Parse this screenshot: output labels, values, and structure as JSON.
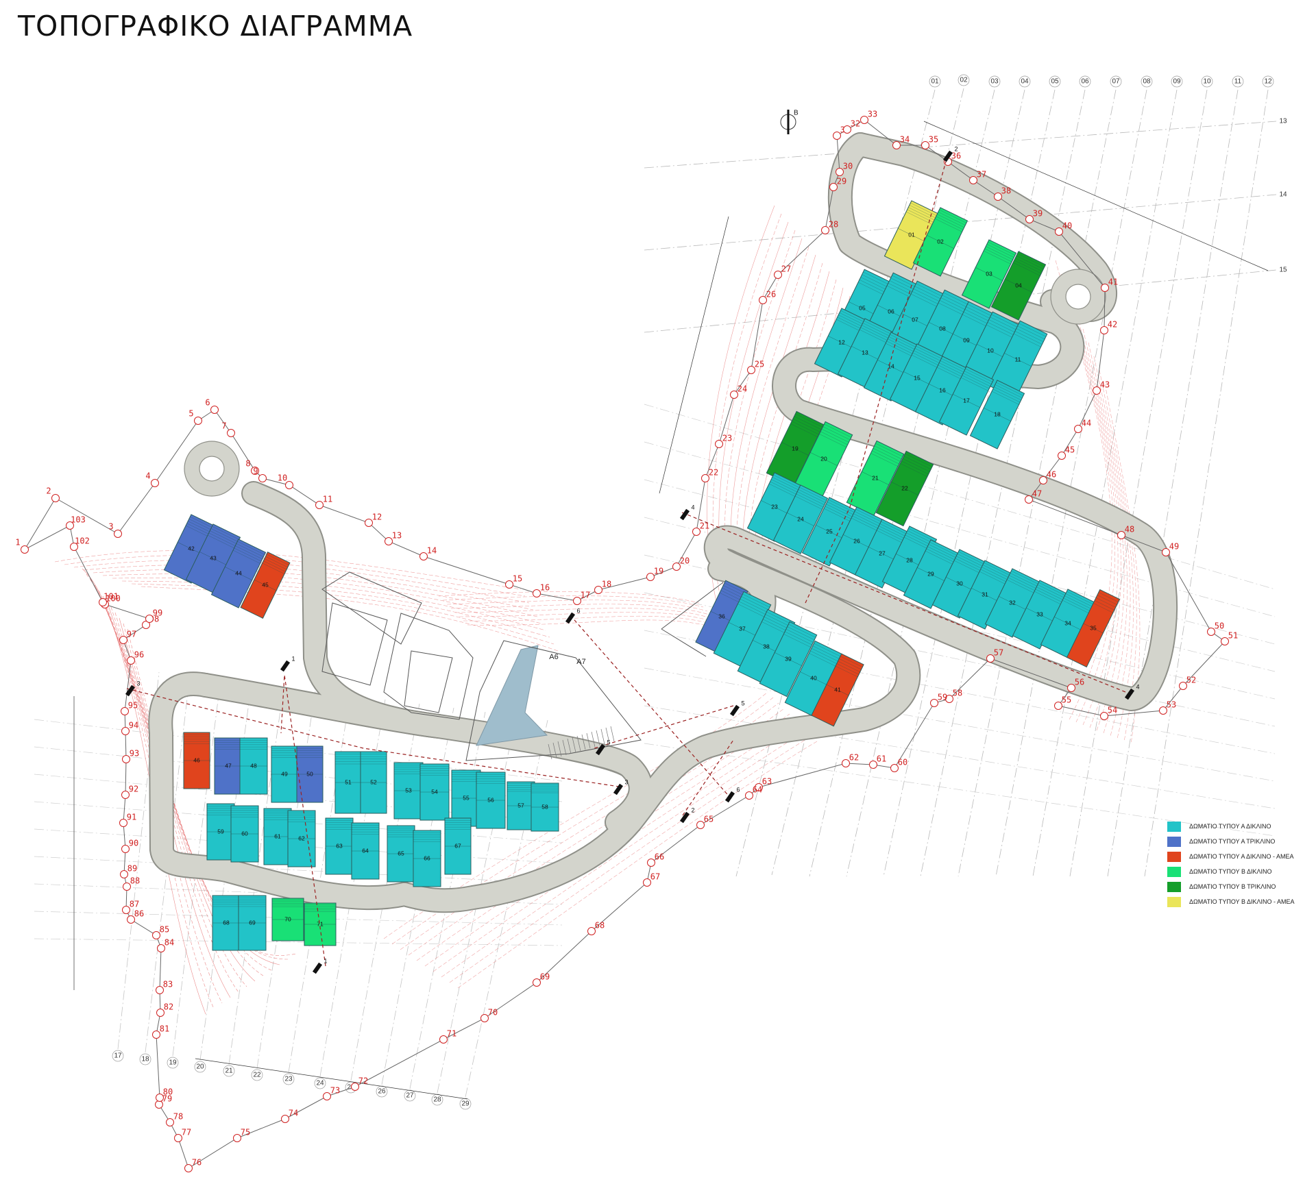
{
  "title": "ΤΟΠΟΓΡΑΦΙΚΟ ΔΙΑΓΡΑΜΜΑ",
  "north_label": "Β",
  "colors": {
    "road": "#d3d4cc",
    "road_edge": "#8f9089",
    "contour": "#e35a5a",
    "pool": "#9fbdcc",
    "section": "#9a2020",
    "survey": "#d02020"
  },
  "legend": [
    {
      "label": "ΔΩΜΑΤΙΟ ΤΥΠΟΥ Α ΔΙΚΛΙΝΟ",
      "color": "#22c3c8"
    },
    {
      "label": "ΔΩΜΑΤΙΟ ΤΥΠΟΥ Α ΤΡΙΚΛΙΝΟ",
      "color": "#4f72c8"
    },
    {
      "label": "ΔΩΜΑΤΙΟ ΤΥΠΟΥ Α ΔΙΚΛΙΝΟ - ΑΜΕΑ",
      "color": "#e0441d"
    },
    {
      "label": "ΔΩΜΑΤΙΟ ΤΥΠΟΥ Β ΔΙΚΛΙΝΟ",
      "color": "#19e076"
    },
    {
      "label": "ΔΩΜΑΤΙΟ ΤΥΠΟΥ Β ΤΡΙΚΛΙΝΟ",
      "color": "#149e2a"
    },
    {
      "label": "ΔΩΜΑΤΙΟ ΤΥΠΟΥ Β ΔΙΚΛΙΝΟ - ΑΜΕΑ",
      "color": "#eae55a"
    }
  ],
  "grid_axes": [
    "01",
    "02",
    "03",
    "04",
    "05",
    "06",
    "07",
    "08",
    "09",
    "10",
    "11",
    "12",
    "13",
    "14",
    "15",
    "17",
    "18",
    "19",
    "20",
    "21",
    "22",
    "23",
    "24",
    "25",
    "26",
    "27",
    "28",
    "29"
  ],
  "areas": [
    "Α6",
    "Α7"
  ],
  "section_markers": [
    "1",
    "1",
    "2",
    "2",
    "3",
    "3",
    "4",
    "4",
    "5",
    "5",
    "6",
    "6"
  ],
  "rooms": [
    {
      "n": "01",
      "type": "B-dk-amea"
    },
    {
      "n": "02",
      "type": "B-dk"
    },
    {
      "n": "03",
      "type": "B-dk"
    },
    {
      "n": "04",
      "type": "B-tr"
    },
    {
      "n": "05",
      "type": "A-dk"
    },
    {
      "n": "06",
      "type": "A-dk"
    },
    {
      "n": "07",
      "type": "A-dk"
    },
    {
      "n": "08",
      "type": "A-dk"
    },
    {
      "n": "09",
      "type": "A-dk"
    },
    {
      "n": "10",
      "type": "A-dk"
    },
    {
      "n": "11",
      "type": "A-dk"
    },
    {
      "n": "12",
      "type": "A-dk"
    },
    {
      "n": "13",
      "type": "A-dk"
    },
    {
      "n": "14",
      "type": "A-dk"
    },
    {
      "n": "15",
      "type": "A-dk"
    },
    {
      "n": "16",
      "type": "A-dk"
    },
    {
      "n": "17",
      "type": "A-dk"
    },
    {
      "n": "18",
      "type": "A-dk"
    },
    {
      "n": "19",
      "type": "B-tr"
    },
    {
      "n": "20",
      "type": "B-dk"
    },
    {
      "n": "21",
      "type": "B-dk"
    },
    {
      "n": "22",
      "type": "B-tr"
    },
    {
      "n": "23",
      "type": "A-dk"
    },
    {
      "n": "24",
      "type": "A-dk"
    },
    {
      "n": "25",
      "type": "A-dk"
    },
    {
      "n": "26",
      "type": "A-dk"
    },
    {
      "n": "27",
      "type": "A-dk"
    },
    {
      "n": "28",
      "type": "A-dk"
    },
    {
      "n": "29",
      "type": "A-dk"
    },
    {
      "n": "30",
      "type": "A-dk"
    },
    {
      "n": "31",
      "type": "A-dk"
    },
    {
      "n": "32",
      "type": "A-dk"
    },
    {
      "n": "33",
      "type": "A-dk"
    },
    {
      "n": "34",
      "type": "A-dk"
    },
    {
      "n": "35",
      "type": "A-dk-amea"
    },
    {
      "n": "36",
      "type": "A-tr"
    },
    {
      "n": "37",
      "type": "A-dk"
    },
    {
      "n": "38",
      "type": "A-dk"
    },
    {
      "n": "39",
      "type": "A-dk"
    },
    {
      "n": "40",
      "type": "A-dk"
    },
    {
      "n": "41",
      "type": "A-dk-amea"
    },
    {
      "n": "42",
      "type": "A-tr"
    },
    {
      "n": "43",
      "type": "A-tr"
    },
    {
      "n": "44",
      "type": "A-tr"
    },
    {
      "n": "45",
      "type": "A-dk-amea"
    },
    {
      "n": "46",
      "type": "A-dk-amea"
    },
    {
      "n": "47",
      "type": "A-tr"
    },
    {
      "n": "48",
      "type": "A-dk"
    },
    {
      "n": "49",
      "type": "A-dk"
    },
    {
      "n": "50",
      "type": "A-tr"
    },
    {
      "n": "51",
      "type": "A-dk"
    },
    {
      "n": "52",
      "type": "A-dk"
    },
    {
      "n": "53",
      "type": "A-dk"
    },
    {
      "n": "54",
      "type": "A-dk"
    },
    {
      "n": "55",
      "type": "A-dk"
    },
    {
      "n": "56",
      "type": "A-dk"
    },
    {
      "n": "57",
      "type": "A-dk"
    },
    {
      "n": "58",
      "type": "A-dk"
    },
    {
      "n": "59",
      "type": "A-dk"
    },
    {
      "n": "60",
      "type": "A-dk"
    },
    {
      "n": "61",
      "type": "A-dk"
    },
    {
      "n": "62",
      "type": "A-dk"
    },
    {
      "n": "63",
      "type": "A-dk"
    },
    {
      "n": "64",
      "type": "A-dk"
    },
    {
      "n": "65",
      "type": "A-dk"
    },
    {
      "n": "66",
      "type": "A-dk"
    },
    {
      "n": "67",
      "type": "A-dk"
    },
    {
      "n": "68",
      "type": "A-dk"
    },
    {
      "n": "69",
      "type": "A-dk"
    },
    {
      "n": "70",
      "type": "B-dk"
    },
    {
      "n": "71",
      "type": "B-dk"
    }
  ],
  "room_type_colors": {
    "A-dk": "#22c3c8",
    "A-tr": "#4f72c8",
    "A-dk-amea": "#e0441d",
    "B-dk": "#19e076",
    "B-tr": "#149e2a",
    "B-dk-amea": "#eae55a"
  },
  "survey_points": [
    "1",
    "2",
    "3",
    "4",
    "5",
    "6",
    "7",
    "8",
    "9",
    "10",
    "11",
    "12",
    "13",
    "14",
    "15",
    "16",
    "17",
    "18",
    "19",
    "20",
    "21",
    "22",
    "23",
    "24",
    "25",
    "26",
    "27",
    "28",
    "29",
    "30",
    "31",
    "32",
    "33",
    "34",
    "35",
    "36",
    "37",
    "38",
    "39",
    "40",
    "41",
    "42",
    "43",
    "44",
    "45",
    "46",
    "47",
    "48",
    "49",
    "50",
    "51",
    "52",
    "53",
    "54",
    "55",
    "56",
    "57",
    "58",
    "59",
    "60",
    "61",
    "62",
    "63",
    "64",
    "65",
    "66",
    "67",
    "68",
    "69",
    "70",
    "71",
    "72",
    "73",
    "74",
    "75",
    "76",
    "77",
    "78",
    "79",
    "80",
    "81",
    "82",
    "83",
    "84",
    "85",
    "86",
    "87",
    "88",
    "89",
    "90",
    "91",
    "92",
    "93",
    "94",
    "95",
    "96",
    "97",
    "98",
    "99",
    "100",
    "101",
    "102",
    "103"
  ]
}
